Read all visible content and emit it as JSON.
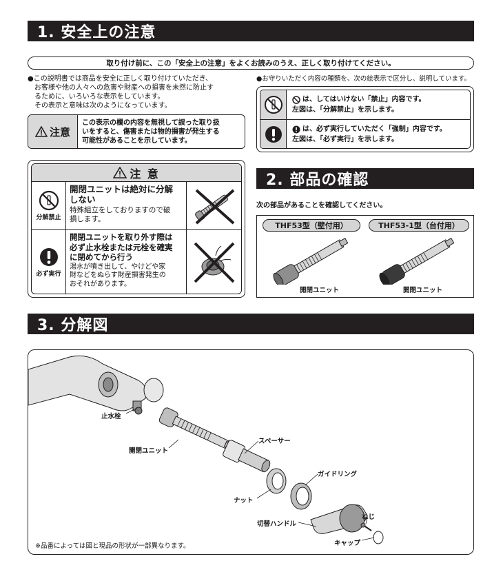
{
  "section1": {
    "title": "1. 安全上の注意"
  },
  "notice_bar": "取り付け前に、この「安全上の注意」をよくお読みのうえ、正しく取り付けてください。",
  "intro": {
    "line1": "●この説明書では商品を安全に正しく取り付けていただき、",
    "line2": "お客様や他の人々への危害や財産への損害を未然に防止す",
    "line3": "るために、いろいろな表示をしています。",
    "line4": "その表示と意味は次のようになっています。"
  },
  "caution_def": {
    "label": "注意",
    "line1": "この表示の欄の内容を無視して誤った取り扱",
    "line2": "いをすると、傷害または物的損害が発生する",
    "line3": "可能性があることを示しています。"
  },
  "symbols_intro": "●お守りいただく内容の種類を、次の絵表示で区分し、説明しています。",
  "symbols": {
    "prohibit_line1": "は、してはいけない「禁止」内容です。",
    "prohibit_line2": "左図は、「分解禁止」を示します。",
    "mandatory_line1": "は、必ず実行していただく「強制」内容です。",
    "mandatory_line2": "左図は、「必ず実行」を示します。"
  },
  "caution_box": {
    "header": "注 意",
    "item1": {
      "icon_label": "分解禁止",
      "title_line1": "開閉ユニットは絶対に分解",
      "title_line2": "しない",
      "body_line1": "特殊組立をしておりますので破",
      "body_line2": "損します。"
    },
    "item2": {
      "icon_label": "必ず実行",
      "title_line1": "開閉ユニットを取り外す際は",
      "title_line2": "必ず止水栓または元栓を確実",
      "title_line3": "に閉めてから行う",
      "body_line1": "湯水が噴き出して、やけどや家",
      "body_line2": "財などをぬらす財産損害発生の",
      "body_line3": "おそれがあります。"
    }
  },
  "section2": {
    "title": "2. 部品の確認"
  },
  "parts_intro": "次の部品があることを確認してください。",
  "parts": {
    "left_tag": "THF53型（壁付用）",
    "right_tag": "THF53-1型（台付用）",
    "left_label": "開閉ユニット",
    "right_label": "開閉ユニット"
  },
  "section3": {
    "title": "3. 分解図"
  },
  "exploded": {
    "stop_valve": "止水栓",
    "unit": "開閉ユニット",
    "spacer": "スペーサー",
    "guide_ring": "ガイドリング",
    "nut": "ナット",
    "handle": "切替ハンドル",
    "screw": "ねじ",
    "cap": "キャップ",
    "footnote": "※品番によっては図と現品の形状が一部異なります。"
  }
}
